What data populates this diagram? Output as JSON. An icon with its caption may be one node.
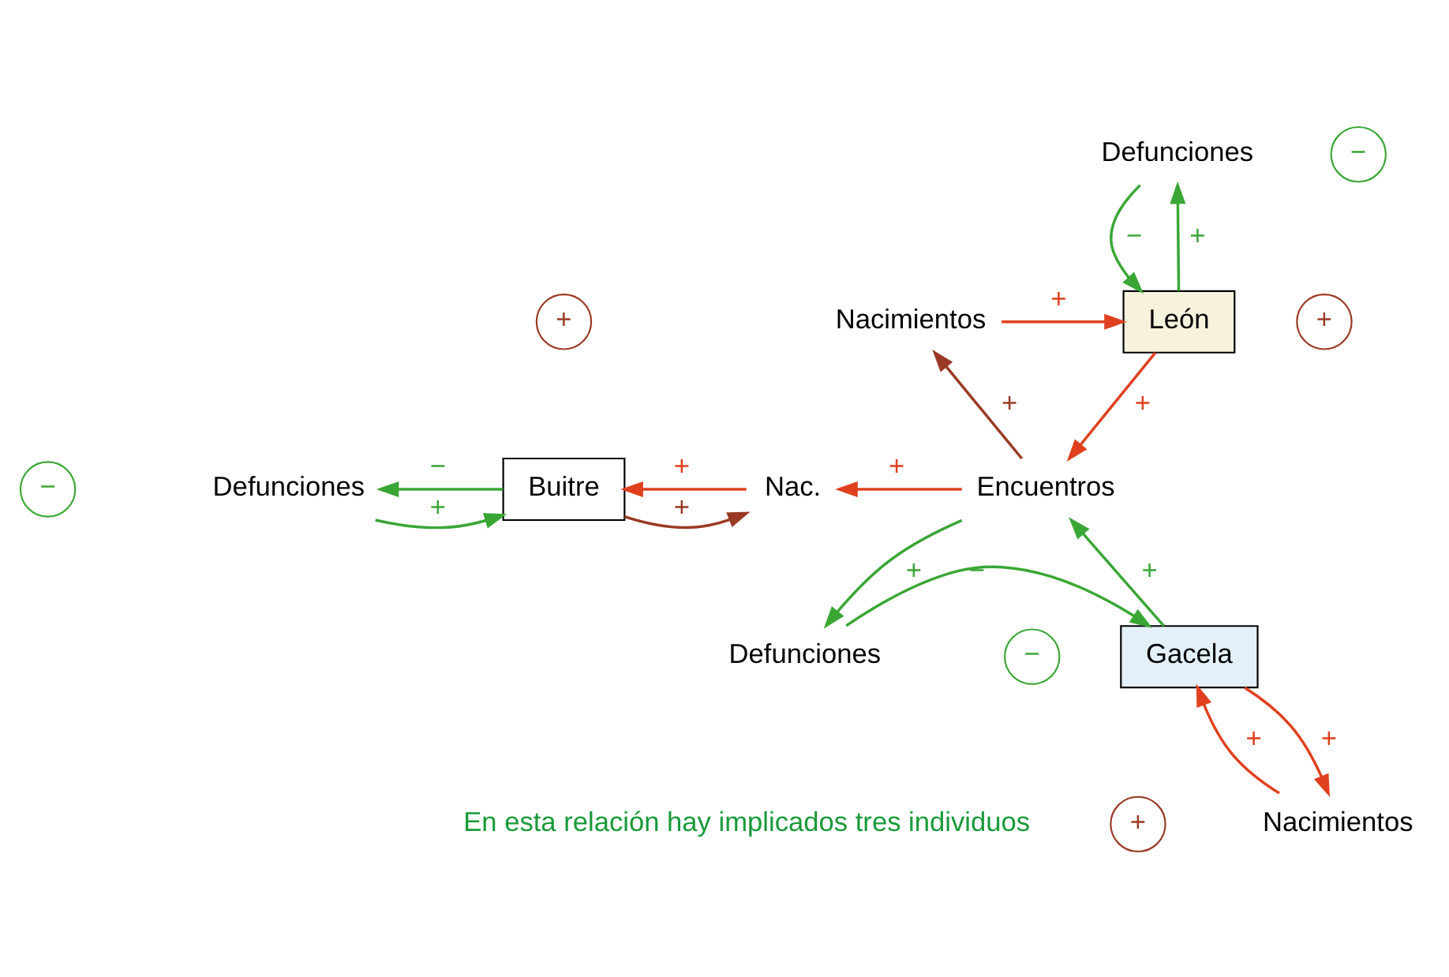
{
  "diagram": {
    "nodes": [
      {
        "text": [
          "Defunciones"
        ]
      },
      {
        "text": [
          "Nacimientos"
        ]
      },
      {
        "text": [
          "León"
        ]
      },
      {
        "text": [
          "Defunciones"
        ]
      },
      {
        "text": [
          "Buitre"
        ]
      },
      {
        "text": [
          "Nac."
        ]
      },
      {
        "text": [
          "Encuentros"
        ]
      },
      {
        "text": [
          "Defunciones"
        ]
      },
      {
        "text": [
          "Gacela"
        ]
      },
      {
        "text": [
          "Nacimientos"
        ]
      },
      {
        "text": [
          "−"
        ]
      },
      {
        "text": [
          "+"
        ]
      },
      {
        "text": [
          "−"
        ]
      },
      {
        "text": [
          "+"
        ]
      },
      {
        "text": [
          "−"
        ]
      },
      {
        "text": [
          "+"
        ]
      }
    ],
    "edges": [
      {
        "from": 2,
        "to": 0,
        "arrow": "to",
        "label": "+",
        "color": "#3aa635"
      },
      {
        "from": 0,
        "to": 2,
        "arrow": "to",
        "label": "−",
        "color": "#3aa635"
      },
      {
        "from": 1,
        "to": 2,
        "arrow": "to",
        "label": "+",
        "color": "#e0401f"
      },
      {
        "from": 6,
        "to": 1,
        "arrow": "to",
        "label": "+",
        "color": "#9a3a25"
      },
      {
        "from": 2,
        "to": 6,
        "arrow": "to",
        "label": "+",
        "color": "#e0401f"
      },
      {
        "from": 6,
        "to": 5,
        "arrow": "to",
        "label": "+",
        "color": "#e0401f"
      },
      {
        "from": 5,
        "to": 4,
        "arrow": "to",
        "label": "+",
        "color": "#e0401f"
      },
      {
        "from": 4,
        "to": 5,
        "arrow": "to",
        "label": "+",
        "color": "#9a3a25"
      },
      {
        "from": 4,
        "to": 3,
        "arrow": "to",
        "label": "−",
        "color": "#3aa635"
      },
      {
        "from": 3,
        "to": 4,
        "arrow": "to",
        "label": "+",
        "color": "#3aa635"
      },
      {
        "from": 8,
        "to": 6,
        "arrow": "to",
        "label": "+",
        "color": "#3aa635"
      },
      {
        "from": 6,
        "to": 7,
        "arrow": "to",
        "label": "+",
        "color": "#3aa635"
      },
      {
        "from": 7,
        "to": 8,
        "arrow": "to",
        "label": "−",
        "color": "#3aa635"
      },
      {
        "from": 9,
        "to": 8,
        "arrow": "to",
        "label": "+",
        "color": "#e0401f"
      },
      {
        "from": 8,
        "to": 9,
        "arrow": "to",
        "label": "+",
        "color": "#e0401f"
      }
    ],
    "labels": [
      "En esta relación hay implicados tres individuos"
    ]
  }
}
